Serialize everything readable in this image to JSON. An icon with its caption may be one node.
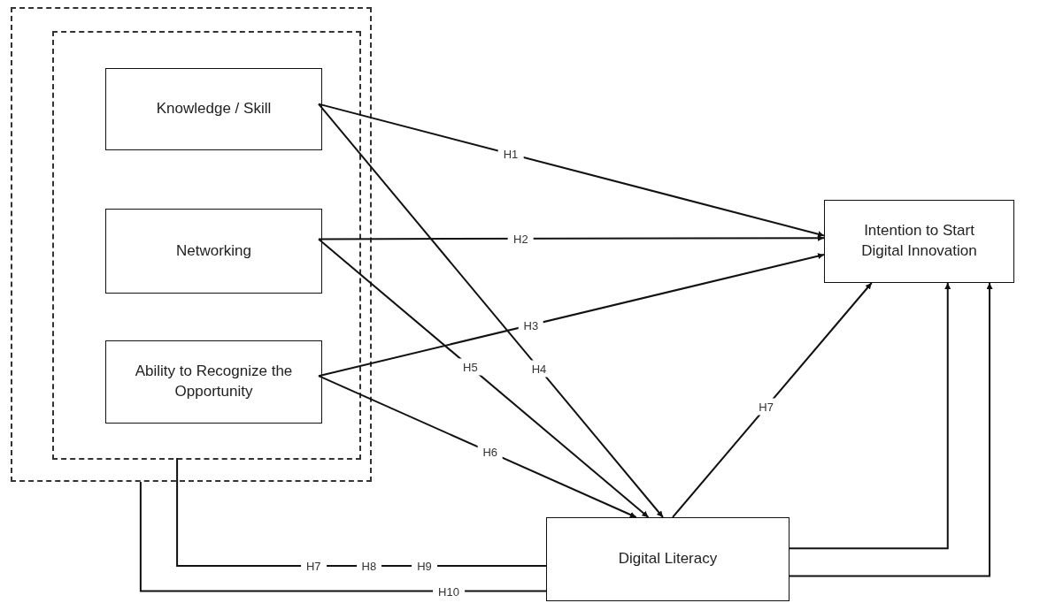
{
  "diagram": {
    "nodes": [
      {
        "text": [],
        "shape": "box"
      },
      {
        "text": [],
        "shape": "box",
        "in": 0
      },
      {
        "text": [
          "Knowledge / Skill"
        ],
        "in": 1
      },
      {
        "text": [
          "Networking"
        ],
        "in": 1
      },
      {
        "text": [
          "Ability to Recognize the Opportunity"
        ],
        "in": 1
      },
      {
        "text": [
          "Intention to Start Digital Innovation"
        ]
      },
      {
        "text": [
          "Digital Literacy"
        ]
      }
    ],
    "edges": [
      {
        "from": 2,
        "to": 5,
        "arrow": "to",
        "label": "H1"
      },
      {
        "from": 3,
        "to": 5,
        "arrow": "to",
        "label": "H2"
      },
      {
        "from": 4,
        "to": 5,
        "arrow": "to",
        "label": "H3"
      },
      {
        "from": 2,
        "to": 6,
        "arrow": "to",
        "label": "H4"
      },
      {
        "from": 3,
        "to": 6,
        "arrow": "to",
        "label": "H5"
      },
      {
        "from": 4,
        "to": 6,
        "arrow": "to",
        "label": "H6"
      },
      {
        "from": 6,
        "to": 5,
        "arrow": "to",
        "label": "H7"
      },
      {
        "from": 1,
        "to": 6,
        "arrow": "none",
        "label": "H7 H8 H9"
      },
      {
        "from": 0,
        "to": 6,
        "arrow": "none",
        "label": "H10"
      },
      {
        "from": 6,
        "to": 5,
        "arrow": "to"
      },
      {
        "from": 6,
        "to": 5,
        "arrow": "to"
      }
    ]
  }
}
